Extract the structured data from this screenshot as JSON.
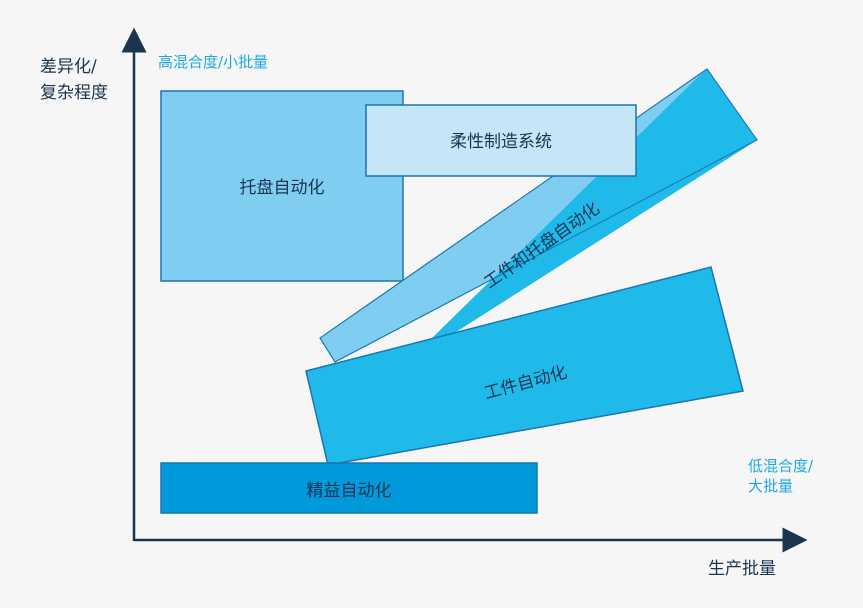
{
  "y_axis_label": [
    "差异化/",
    "复杂程度"
  ],
  "x_axis_label": "生产批量",
  "top_note": "高混合度/小批量",
  "bottom_note": [
    "低混合度/",
    "大批量"
  ],
  "boxes": {
    "pallet": "托盘自动化",
    "fms": "柔性制造系统",
    "workpiece_pallet": "工件和托盘自动化",
    "workpiece": "工件自动化",
    "lean": "精益自动化"
  },
  "colors": {
    "axis": "#1b3551",
    "light": "#7fcdf0",
    "pale": "#c4e6f7",
    "mid": "#1fb9ea",
    "dark": "#0099dc",
    "border": "#1a75b0"
  }
}
